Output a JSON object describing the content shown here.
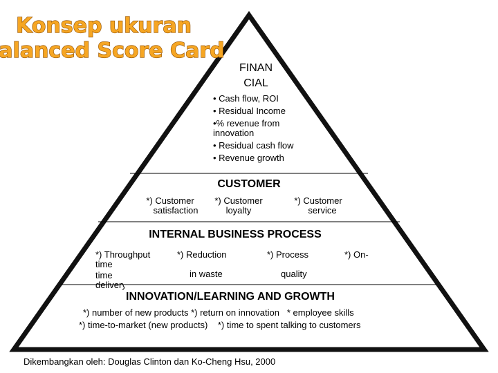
{
  "title": {
    "line1": "Konsep ukuran",
    "line2": "Balanced Score Card"
  },
  "financial": {
    "title_line1": "FINAN",
    "title_line2": "CIAL",
    "items": [
      "• Cash flow, ROI",
      "• Residual Income",
      "•% revenue from innovation",
      "• Residual cash flow",
      "• Revenue growth"
    ]
  },
  "customer": {
    "title": "CUSTOMER",
    "items": [
      {
        "line1": "*) Customer",
        "line2": "satisfaction"
      },
      {
        "line1": "*) Customer",
        "line2": "loyalty"
      },
      {
        "line1": "*) Customer",
        "line2": "service"
      }
    ]
  },
  "internal": {
    "title": "INTERNAL BUSINESS PROCESS",
    "items": [
      {
        "line1": "*) Throughput time",
        "line2": "time delivery"
      },
      {
        "line1": "*) Reduction",
        "line2": "in waste"
      },
      {
        "line1": "*) Process",
        "line2": "quality"
      },
      {
        "line1": "*) On-",
        "line2": ""
      }
    ]
  },
  "innovation": {
    "title": "INNOVATION/LEARNING AND GROWTH",
    "line1": "*) number of new products *) return on innovation   * employee skills",
    "line2": "*) time-to-market (new products)    *) time to spent talking to customers"
  },
  "footer": "Dikembangkan oleh: Douglas Clinton dan Ko-Cheng Hsu, 2000"
}
